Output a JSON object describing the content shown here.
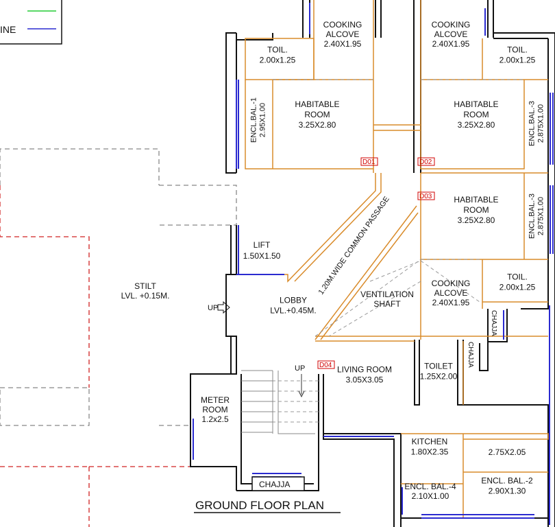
{
  "legend": [
    {
      "text": "",
      "color": "#22cc33"
    },
    {
      "text": "INE",
      "color": "#2a2ad0"
    }
  ],
  "rooms": {
    "toil1": [
      "TOIL.",
      "2.00x1.25"
    ],
    "cook1": [
      "COOKING",
      "ALCOVE",
      "2.40X1.95"
    ],
    "hab1": [
      "HABITABLE",
      "ROOM",
      "3.25X2.80"
    ],
    "encl1": [
      "ENCL.BAL.-1",
      "2.95X1.00"
    ],
    "cook2": [
      "COOKING",
      "ALCOVE",
      "2.40X1.95"
    ],
    "toil2": [
      "TOIL.",
      "2.00x1.25"
    ],
    "hab2": [
      "HABITABLE",
      "ROOM",
      "3.25X2.80"
    ],
    "encl3a": [
      "ENCL.BAL.-3",
      "2.875X1.00"
    ],
    "hab3": [
      "HABITABLE",
      "ROOM",
      "3.25X2.80"
    ],
    "encl3b": [
      "ENCL.BAL.-3",
      "2.875X1.00"
    ],
    "toil3": [
      "TOIL.",
      "2.00x1.25"
    ],
    "cook3": [
      "COOKING",
      "ALCOVE",
      "2.40X1.95"
    ],
    "lift": [
      "LIFT",
      "1.50X1.50"
    ],
    "stilt": [
      "STILT",
      "LVL. +0.15M."
    ],
    "lobby": [
      "LOBBY",
      "LVL.+0.45M."
    ],
    "vent": [
      "VENTILATION",
      "SHAFT"
    ],
    "living": [
      "LIVING ROOM",
      "3.05X3.05"
    ],
    "toilet4": [
      "TOILET",
      "1.25X2.00"
    ],
    "meter": [
      "METER",
      "ROOM",
      "1.2x2.5"
    ],
    "kitchen": [
      "KITCHEN",
      "1.80X2.35"
    ],
    "room275": [
      "2.75X2.05"
    ],
    "encl4": [
      "ENCL. BAL.-4",
      "2.10X1.00"
    ],
    "encl2": [
      "ENCL. BAL.-2",
      "2.90X1.30"
    ]
  },
  "passage": "1.20M.WIDE COMMON PASSAGE",
  "up_labels": [
    "UP",
    "UP"
  ],
  "chajja": [
    "CHAJJA",
    "CHAJJA",
    "CHAJJA"
  ],
  "door_tags": [
    "D01",
    "D02",
    "D03",
    "D04"
  ],
  "title": "GROUND FLOOR PLAN"
}
